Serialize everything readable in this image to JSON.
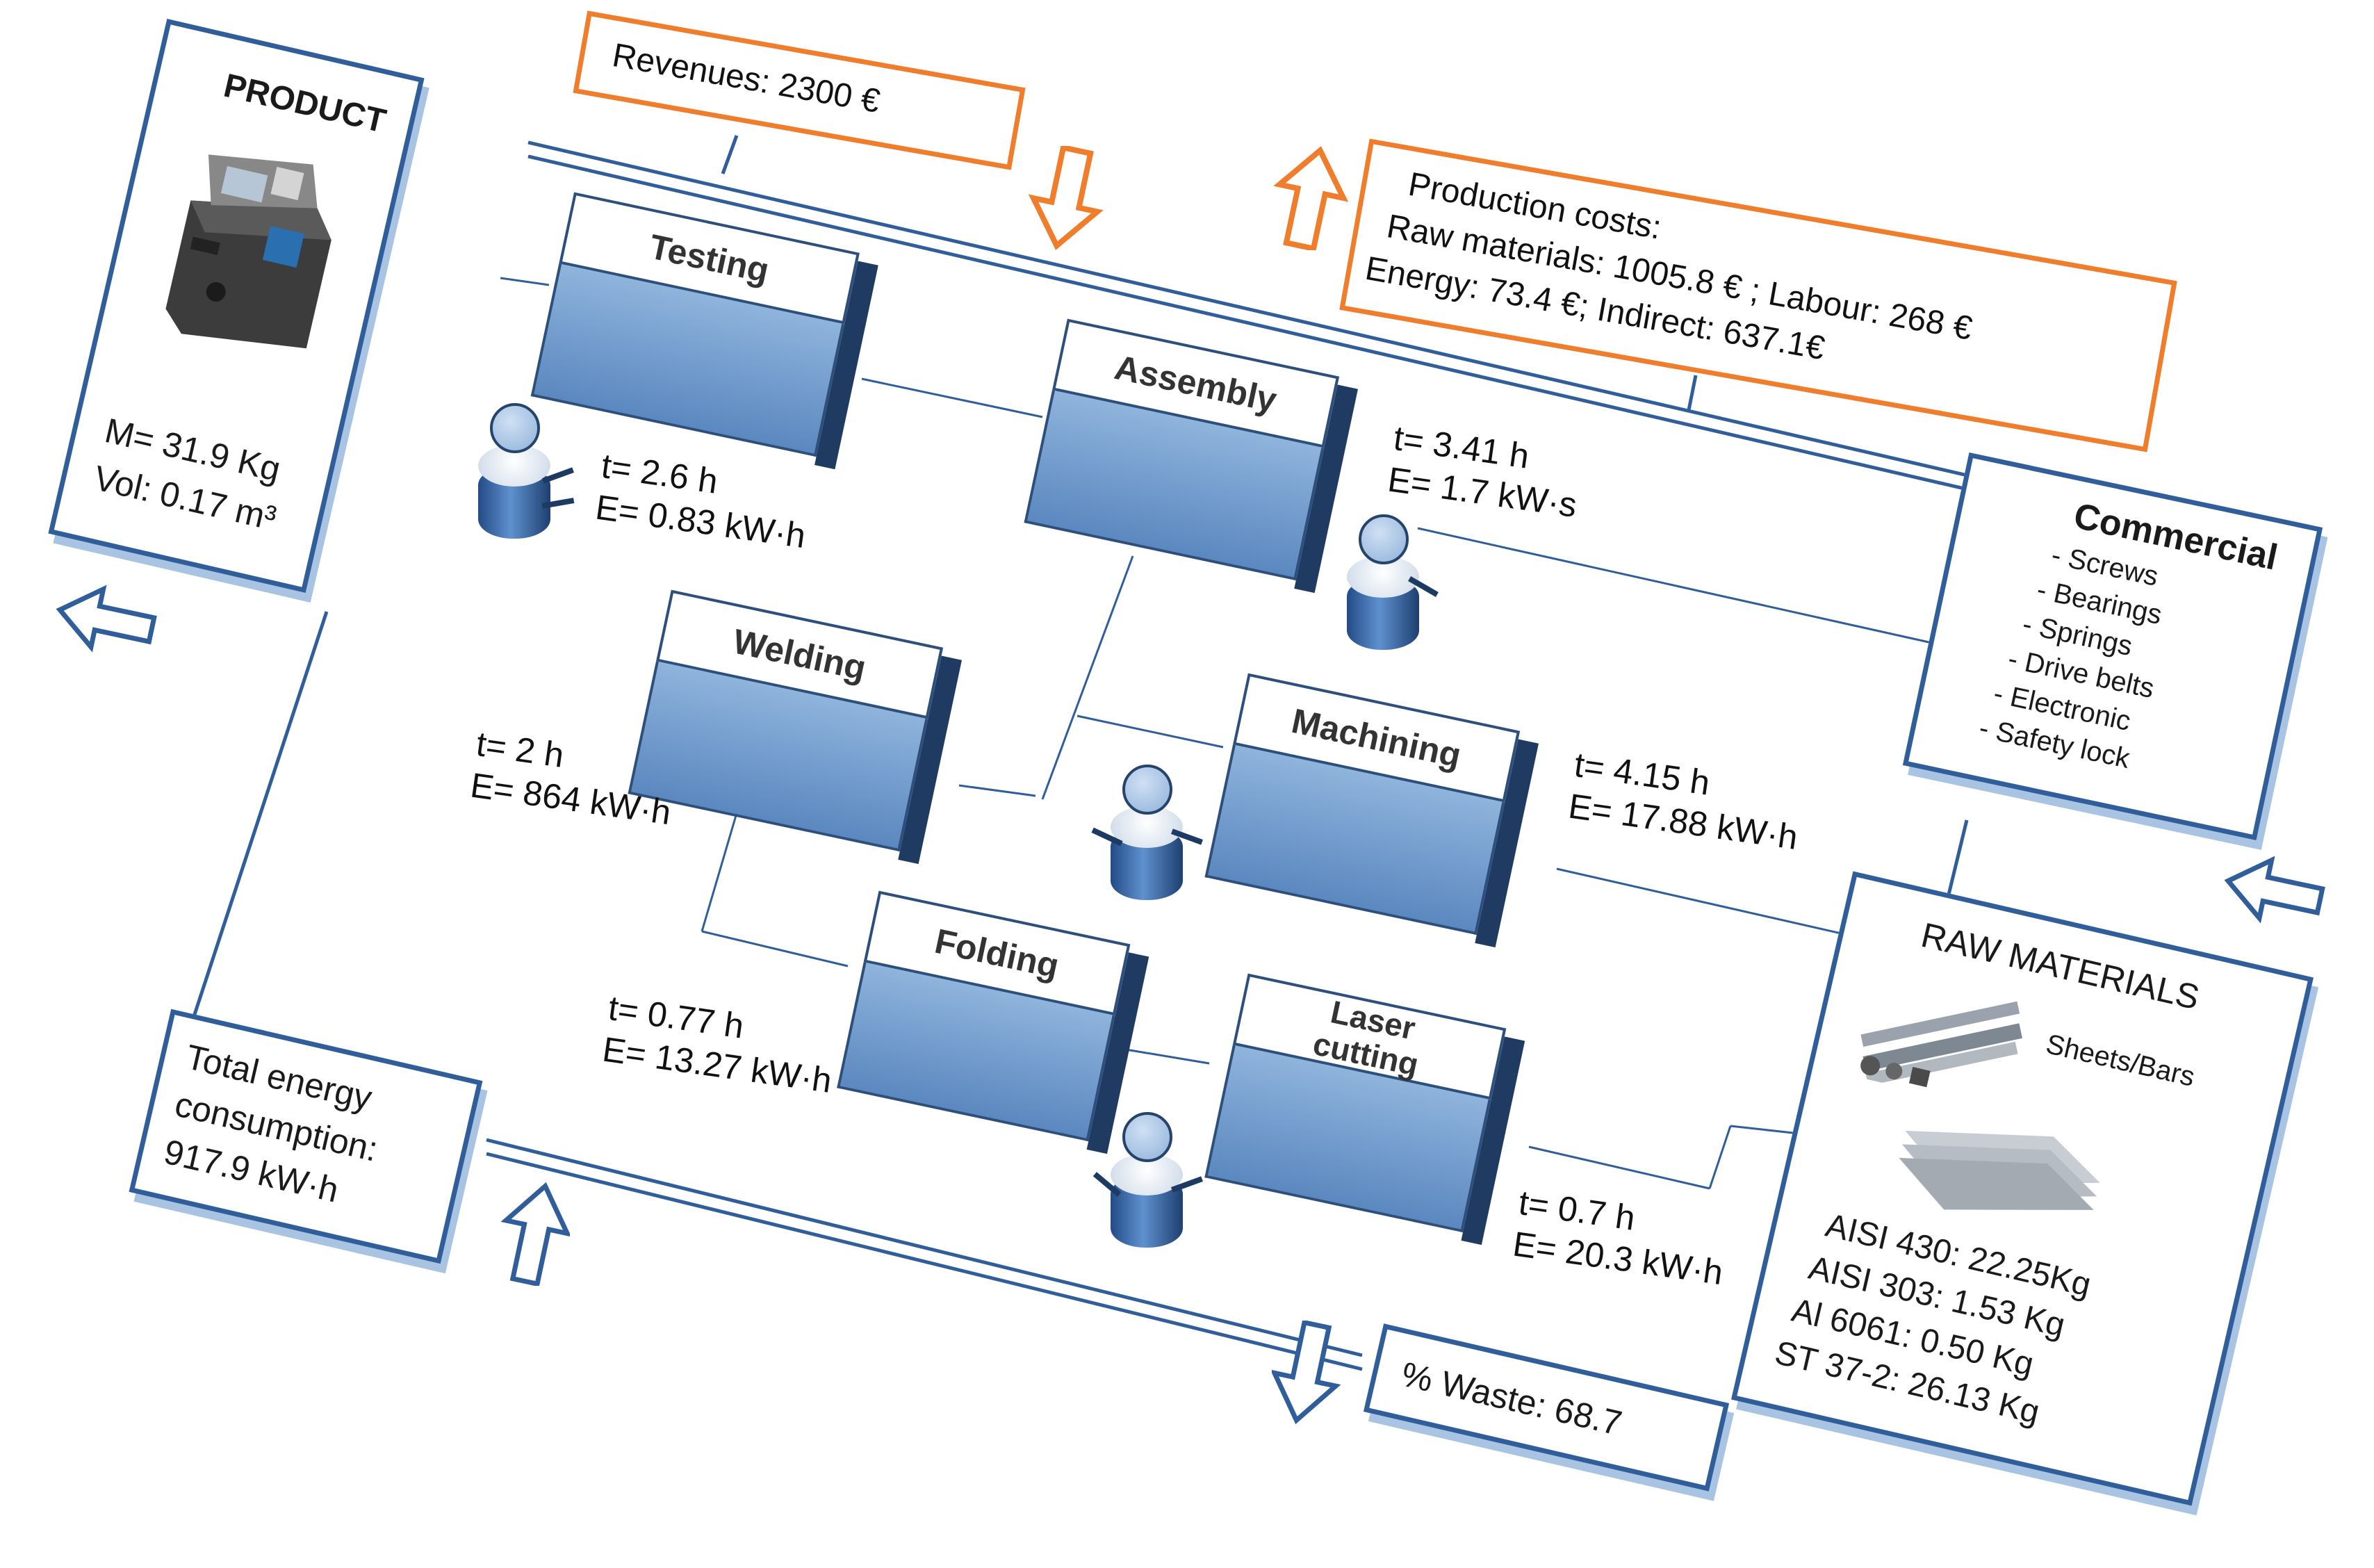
{
  "product": {
    "title": "PRODUCT",
    "mass": "M= 31.9 Kg",
    "volume": "Vol: 0.17 m³",
    "image_icon": "product-machine-icon"
  },
  "revenues": {
    "text": "Revenues: 2300 €"
  },
  "production_costs": {
    "line1": "Production costs:",
    "line2": "Raw materials: 1005.8 € ; Labour: 268 €",
    "line3": "Energy: 73.4 €; Indirect: 637.1€"
  },
  "commercial": {
    "title": "Commercial",
    "items": [
      "- Screws",
      "- Bearings",
      "- Springs",
      "- Drive belts",
      "- Electronic",
      "- Safety lock"
    ]
  },
  "raw_materials": {
    "title": "RAW MATERIALS",
    "image_label": "Sheets/Bars",
    "items": [
      "AISI 430: 22.25Kg",
      "AISI 303: 1.53 Kg",
      "Al 6061: 0.50 Kg",
      "ST 37-2: 26.13 Kg"
    ]
  },
  "total_energy": {
    "line1": "Total energy",
    "line2": "consumption:",
    "line3": "917.9 kW·h"
  },
  "waste": {
    "text": "% Waste: 68.7"
  },
  "processes": {
    "testing": {
      "name": "Testing",
      "time": "t= 2.6 h",
      "energy": "E= 0.83 kW·h"
    },
    "assembly": {
      "name": "Assembly",
      "time": "t= 3.41 h",
      "energy": "E= 1.7 kW·s"
    },
    "welding": {
      "name": "Welding",
      "time": "t= 2 h",
      "energy": "E= 864 kW·h"
    },
    "machining": {
      "name": "Machining",
      "time": "t=  4.15 h",
      "energy": "E= 17.88 kW·h"
    },
    "folding": {
      "name": "Folding",
      "time": "t= 0.77 h",
      "energy": "E= 13.27 kW·h"
    },
    "laser": {
      "name1": "Laser",
      "name2": "cutting",
      "time": "t= 0.7 h",
      "energy": "E= 20.3 kW·h"
    }
  },
  "colors": {
    "frame_blue": "#2f5e9a",
    "block_blue": "#6f99cb",
    "cost_orange": "#ef7d2b"
  }
}
